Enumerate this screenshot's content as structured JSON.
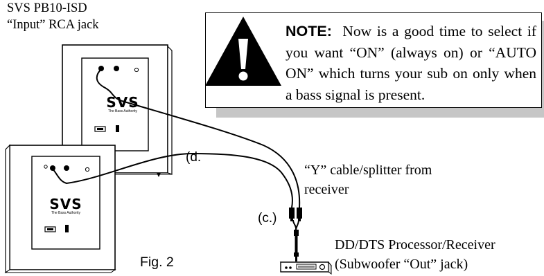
{
  "product_label": [
    "SVS PB10-ISD",
    "“Input” RCA jack"
  ],
  "note": {
    "title": "NOTE:",
    "body": "Now is a good time to select if you want “ON” (always on) or “AUTO ON” which turns your sub on only when a bass signal is present."
  },
  "y_cable_label": [
    "“Y” cable/splitter from",
    "receiver"
  ],
  "processor_label": [
    "DD/DTS Processor/Receiver",
    "(Subwoofer “Out” jack)"
  ],
  "callout_d": "(d.",
  "callout_c": "(c.)",
  "figure_label": "Fig. 2",
  "sub_logo": {
    "mark": "SVS",
    "tagline": "The Bass Authority"
  },
  "warning_symbol": "!"
}
